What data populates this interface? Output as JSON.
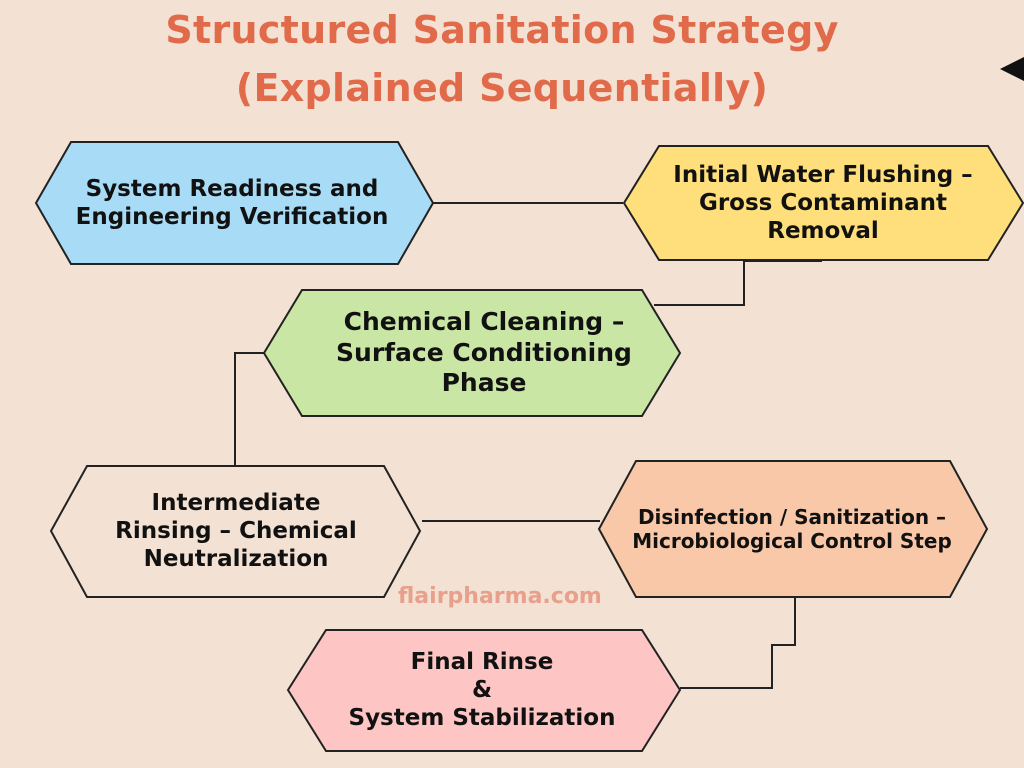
{
  "title": {
    "line1": "Structured Sanitation Strategy",
    "line2": "(Explained Sequentially)",
    "color": "#e06a4a"
  },
  "watermark": "flairpharma.com",
  "nodes": [
    {
      "id": "step-1",
      "text": "System Readiness and\nEngineering Verification",
      "fill": "#a8dcf6"
    },
    {
      "id": "step-2",
      "text": "Initial Water Flushing –\nGross Contaminant\nRemoval",
      "fill": "#fedf7c"
    },
    {
      "id": "step-3",
      "text": "Chemical Cleaning –\nSurface Conditioning\nPhase",
      "fill": "#c9e6a4"
    },
    {
      "id": "step-4",
      "text": "Intermediate\nRinsing – Chemical\nNeutralization",
      "fill": "#f3e2d3"
    },
    {
      "id": "step-5",
      "text": "Disinfection / Sanitization –\nMicrobiological Control Step",
      "fill": "#f8c8a8"
    },
    {
      "id": "step-6",
      "text": "Final Rinse\n&\nSystem Stabilization",
      "fill": "#fdc6c4"
    }
  ],
  "connectors": [
    {
      "from": "step-1",
      "to": "step-2"
    },
    {
      "from": "step-2",
      "to": "step-3"
    },
    {
      "from": "step-3",
      "to": "step-4"
    },
    {
      "from": "step-4",
      "to": "step-5"
    },
    {
      "from": "step-5",
      "to": "step-6"
    }
  ],
  "nav": {
    "icon": "triangle-left-icon"
  }
}
